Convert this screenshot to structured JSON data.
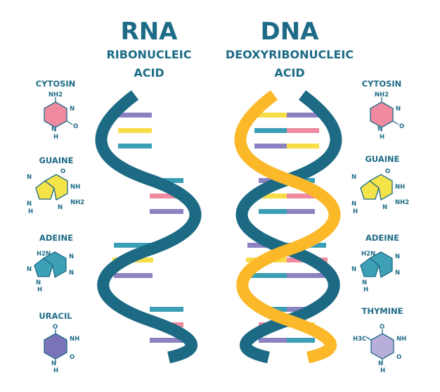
{
  "colors": {
    "teal_strand": "#1c6a84",
    "yellow_strand": "#fbb829",
    "title": "#1d6b86",
    "cytosine": "#f08aa0",
    "guanine": "#f5e34a",
    "adenine": "#3ea0b6",
    "uracil": "#7b73b8",
    "thymine": "#b7aedc",
    "rung_purple": "#8b82c2",
    "rung_yellow": "#f7dd48",
    "rung_teal": "#3a9fb5",
    "rung_pink": "#f08aa0"
  },
  "rna": {
    "title": "RNA",
    "subtitle_line1": "RIBONUCLEIC",
    "subtitle_line2": "ACID"
  },
  "dna": {
    "title": "DNA",
    "subtitle_line1": "DEOXYRIBONUCLEIC",
    "subtitle_line2": "ACID"
  },
  "left_bases": [
    {
      "name": "CYTOSIN",
      "icon": "cytosine-structure",
      "atoms": [
        "NH2",
        "N",
        "N",
        "H",
        "O"
      ]
    },
    {
      "name": "GUAINE",
      "icon": "guanine-structure",
      "atoms": [
        "O",
        "N",
        "NH",
        "N",
        "N",
        "H",
        "NH2"
      ]
    },
    {
      "name": "ADEINE",
      "icon": "adenine-structure",
      "atoms": [
        "H2N",
        "N",
        "N",
        "N",
        "N",
        "H"
      ]
    },
    {
      "name": "URACIL",
      "icon": "uracil-structure",
      "atoms": [
        "O",
        "NH",
        "N",
        "H",
        "O"
      ]
    }
  ],
  "right_bases": [
    {
      "name": "CYTOSIN",
      "icon": "cytosine-structure",
      "atoms": [
        "NH2",
        "N",
        "N",
        "H",
        "O"
      ]
    },
    {
      "name": "GUAINE",
      "icon": "guanine-structure",
      "atoms": [
        "O",
        "N",
        "NH",
        "N",
        "N",
        "H",
        "NH2"
      ]
    },
    {
      "name": "ADEINE",
      "icon": "adenine-structure",
      "atoms": [
        "H2N",
        "N",
        "N",
        "N",
        "N",
        "H"
      ]
    },
    {
      "name": "THYMINE",
      "icon": "thymine-structure",
      "atoms": [
        "O",
        "H3C",
        "NH",
        "N",
        "H",
        "O"
      ]
    }
  ]
}
